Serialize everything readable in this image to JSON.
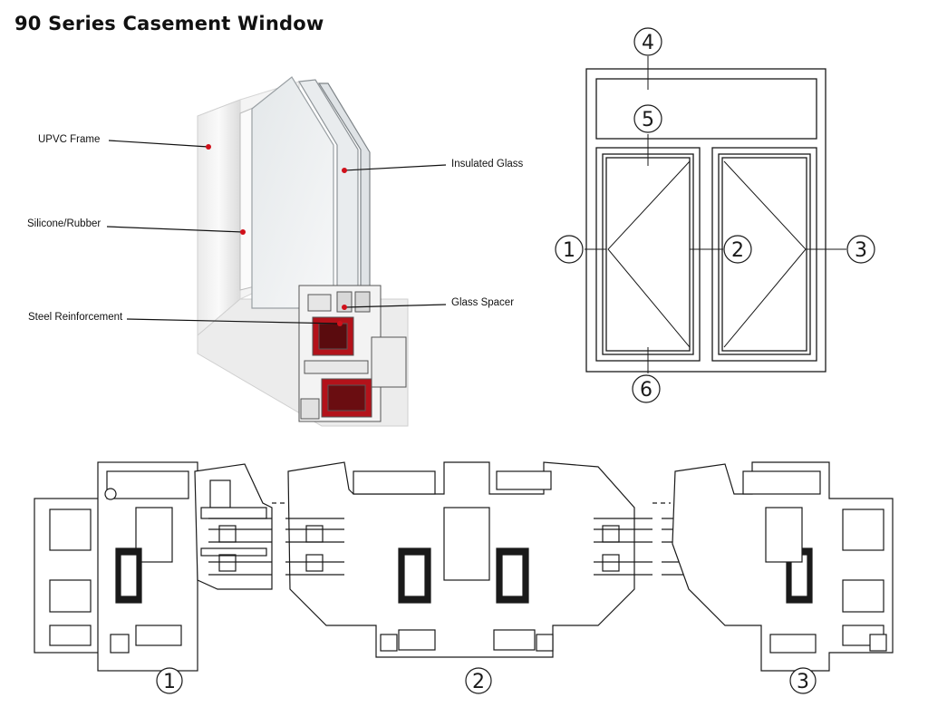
{
  "title": "90 Series Casement Window",
  "callouts": {
    "upvc_frame": "UPVC Frame",
    "silicone_rubber": "Silicone/Rubber",
    "steel_reinforcement": "Steel Reinforcement",
    "insulated_glass": "Insulated Glass",
    "glass_spacer": "Glass Spacer"
  },
  "elevation_markers": {
    "m1": "1",
    "m2": "2",
    "m3": "3",
    "m4": "4",
    "m5": "5",
    "m6": "6"
  },
  "section_markers": {
    "s1": "1",
    "s2": "2",
    "s3": "3"
  },
  "colors": {
    "line": "#1a1a1a",
    "profile_fill": "#f2f2f2",
    "steel_red": "#b3121a",
    "leader_dot": "#d0101a"
  }
}
